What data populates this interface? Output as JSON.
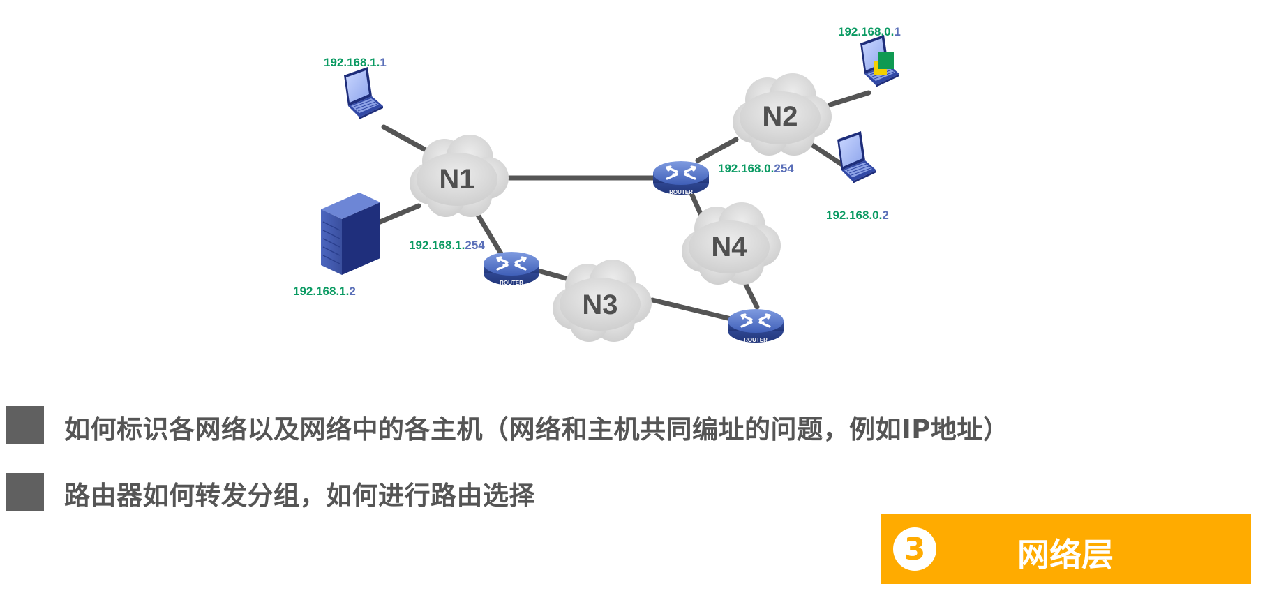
{
  "networks": {
    "n1": "N1",
    "n2": "N2",
    "n3": "N3",
    "n4": "N4"
  },
  "addresses": {
    "host_1_1": {
      "net": "192.168.1.",
      "host": "1"
    },
    "host_1_2": {
      "net": "192.168.1.",
      "host": "2"
    },
    "router_1_254": {
      "net": "192.168.1.",
      "host": "254"
    },
    "host_0_1": {
      "net": "192.168.0.",
      "host": "1"
    },
    "host_0_2": {
      "net": "192.168.0.",
      "host": "2"
    },
    "router_0_254": {
      "net": "192.168.0.",
      "host": "254"
    }
  },
  "router_label": "ROUTER",
  "bullets": [
    "如何标识各网络以及网络中的各主机（网络和主机共同编址的问题，例如IP地址）",
    "路由器如何转发分组，如何进行路由选择"
  ],
  "layer": {
    "number": "3",
    "title": "网络层"
  },
  "colors": {
    "network_part": "#0a9a62",
    "host_part": "#5a6fb8",
    "accent": "#ffab00",
    "bullet": "#606060"
  }
}
